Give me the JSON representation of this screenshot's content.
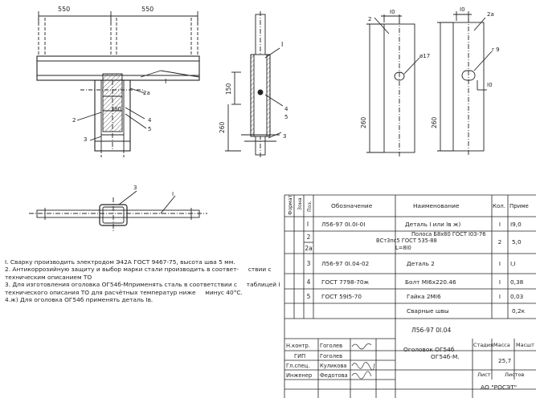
{
  "dims": {
    "left": "550",
    "right": "550",
    "d150": "150",
    "d260a": "260",
    "d180": "I80",
    "d260b": "260",
    "d260c": "260",
    "d10a": "I0",
    "d10b": "I0",
    "d10c": "I0",
    "hole17": "ø17",
    "r9": "r 9"
  },
  "callouts": {
    "c1": "I",
    "c2": "2",
    "c2a": "2a",
    "c3": "3",
    "c4": "4",
    "c5": "5",
    "s1": "I",
    "s3": "3",
    "s4": "4",
    "s5": "5",
    "p2": "2",
    "p2a": "2a",
    "b3": "3",
    "b1": "I"
  },
  "notes": [
    "I. Сварку производить электродом Э42А ГОСТ 9467-75, высота шва 5 мм.",
    "2. Антикоррозийную защиту и выбор марки стали производить в соответ-     ствии с техническим описанием ТО",
    "3. Для изготовления оголовка ОГ54б-Мприменять сталь в соответствии с     таблицей I технического описания ТО для расчётных температур ниже     минус 40°С.",
    "4.ж) Для оголовка ОГ54б применять деталь Iв."
  ],
  "table": {
    "headers": {
      "format": "Формат",
      "zone": "Зона",
      "pos": "Поз.",
      "designation": "Обозначение",
      "name": "Наименование",
      "qty": "Кол.",
      "note": "Приме"
    },
    "rows": [
      {
        "pos": "I",
        "designation": "Л56-97 0I.0I-0I",
        "name": "Деталь I или Iв ж)",
        "qty": "I",
        "note": "I9,0"
      },
      {
        "pos": "2",
        "pos2": "2a",
        "designation": "",
        "name_a": "Полоса Б8х80 ГОСТ I03-76",
        "name_b": "ВСт3пс5 ГОСТ 535-88",
        "name_c": "L=8I0",
        "qty": "2",
        "note": "5,0"
      },
      {
        "pos": "3",
        "designation": "Л56-97 0I.04-02",
        "name": "Деталь 2",
        "qty": "I",
        "note": "I,I"
      },
      {
        "pos": "4",
        "designation": "ГОСТ 7798-70ж",
        "name": "Болт МI6х220.46",
        "qty": "I",
        "note": "0,38"
      },
      {
        "pos": "5",
        "designation": "ГОСТ 59I5-70",
        "name": "Гайка 2МI6",
        "qty": "I",
        "note": "0,03"
      },
      {
        "pos": "",
        "designation": "",
        "name": "Сварные швы",
        "qty": "",
        "note": "0,2к"
      }
    ]
  },
  "stamp": {
    "doc_code": "Л56-97 0I.04",
    "title_a": "Оголовок ОГ54б",
    "title_b": "ОГ54б-М.",
    "stage": "Стадия",
    "mass": "Масса",
    "scale": "Масшт",
    "mass_val": "25,7",
    "sheet": "Лист",
    "sheets": "Листов",
    "org": "АО \"РОСЭТ\"",
    "roles": [
      {
        "role": "Н.контр.",
        "name": "Гоголев"
      },
      {
        "role": "ГИП",
        "name": "Гоголев"
      },
      {
        "role": "Гл.спец.",
        "name": "Куликова"
      },
      {
        "role": "Инженер",
        "name": "Федотова"
      }
    ]
  }
}
